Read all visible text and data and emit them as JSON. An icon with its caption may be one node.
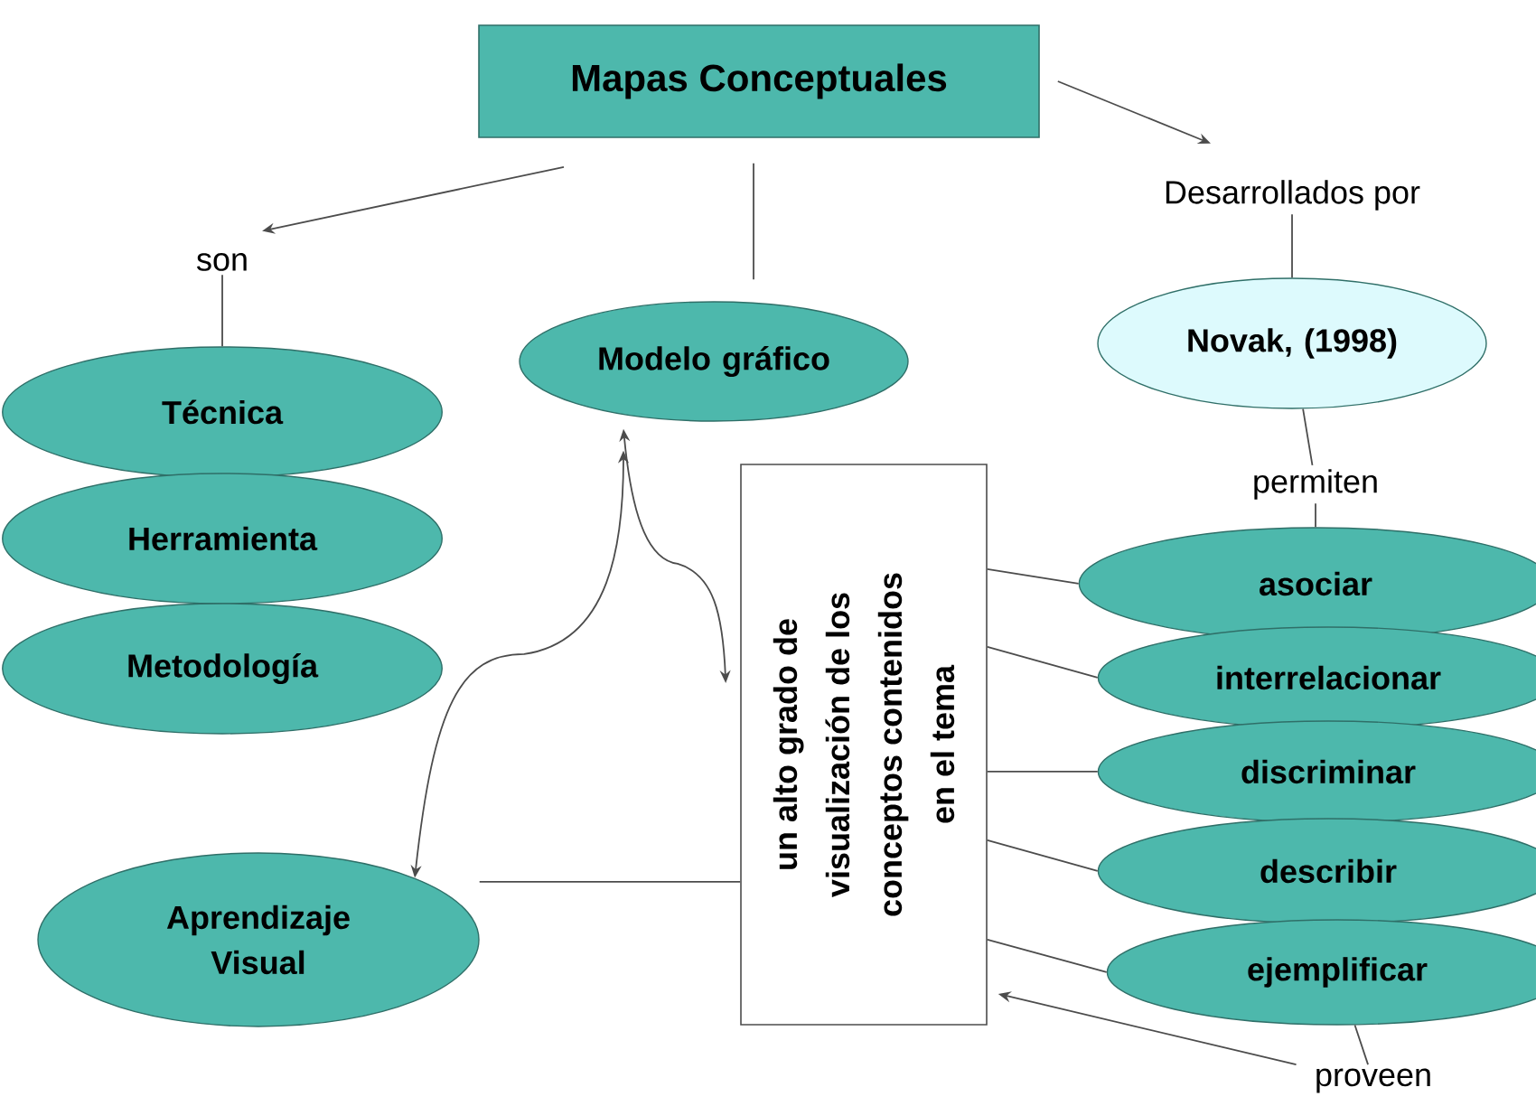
{
  "diagram": {
    "nodes": [
      {
        "text": [
          "Mapas Conceptuales"
        ]
      },
      {
        "text": [
          "son"
        ]
      },
      {
        "text": [
          "Técnica"
        ]
      },
      {
        "text": [
          "Herramienta"
        ]
      },
      {
        "text": [
          "Metodología"
        ]
      },
      {
        "text": [
          "Modelo gráfico"
        ]
      },
      {
        "text": [
          "Desarrollados por"
        ]
      },
      {
        "text": [
          "Novak, (1998)"
        ]
      },
      {
        "text": [
          "permiten"
        ]
      },
      {
        "text": [
          "un alto grado de visualización de los conceptos contenidos en el tema"
        ]
      },
      {
        "text": [
          "asociar"
        ]
      },
      {
        "text": [
          "interrelacionar"
        ]
      },
      {
        "text": [
          "discriminar"
        ]
      },
      {
        "text": [
          "describir"
        ]
      },
      {
        "text": [
          "ejemplificar"
        ]
      },
      {
        "text": [
          "proveen"
        ]
      },
      {
        "text": [
          "Aprendizaje Visual"
        ]
      }
    ],
    "edges": [
      {
        "from": 0,
        "to": 1,
        "arrow": "to"
      },
      {
        "from": 1,
        "to": 2,
        "arrow": "none"
      },
      {
        "from": 0,
        "to": 5,
        "arrow": "none"
      },
      {
        "from": 0,
        "to": 6,
        "arrow": "to"
      },
      {
        "from": 6,
        "to": 7,
        "arrow": "none"
      },
      {
        "from": 7,
        "to": 8,
        "arrow": "none"
      },
      {
        "from": 8,
        "to": 10,
        "arrow": "none"
      },
      {
        "from": 9,
        "to": 10,
        "arrow": "none"
      },
      {
        "from": 9,
        "to": 11,
        "arrow": "none"
      },
      {
        "from": 9,
        "to": 12,
        "arrow": "none"
      },
      {
        "from": 9,
        "to": 13,
        "arrow": "none"
      },
      {
        "from": 9,
        "to": 14,
        "arrow": "none"
      },
      {
        "from": 14,
        "to": 15,
        "arrow": "none"
      },
      {
        "from": 15,
        "to": 9,
        "arrow": "to"
      },
      {
        "from": 16,
        "to": 9,
        "arrow": "none"
      },
      {
        "from": 16,
        "to": 5,
        "arrow": "both"
      },
      {
        "from": 5,
        "to": 9,
        "arrow": "both"
      }
    ]
  }
}
